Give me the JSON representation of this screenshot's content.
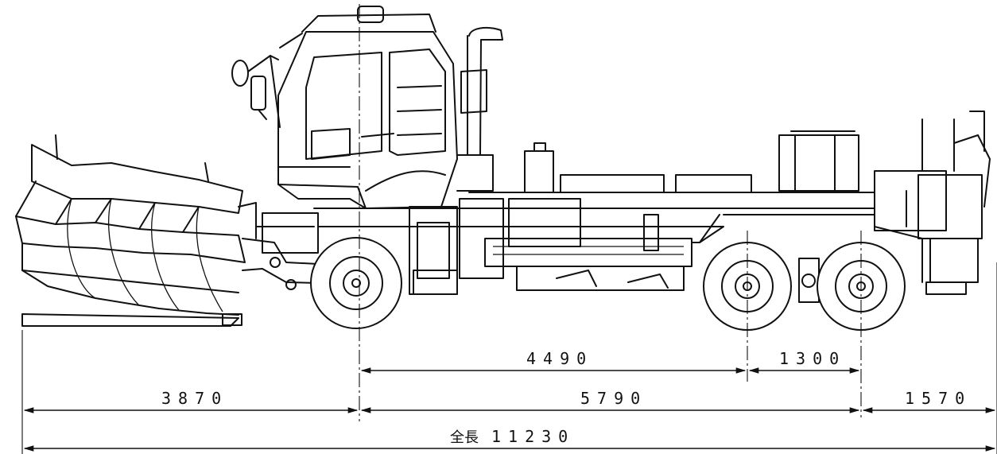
{
  "dimensions": {
    "wheelbase_front_to_rear": "4490",
    "rear_axle_spacing": "1300",
    "front_overhang": "3870",
    "wheelbase_total": "5790",
    "rear_overhang": "1570",
    "overall_length_label": "全長",
    "overall_length_value": "11230"
  },
  "colors": {
    "ink": "#111111",
    "background": "#ffffff"
  }
}
